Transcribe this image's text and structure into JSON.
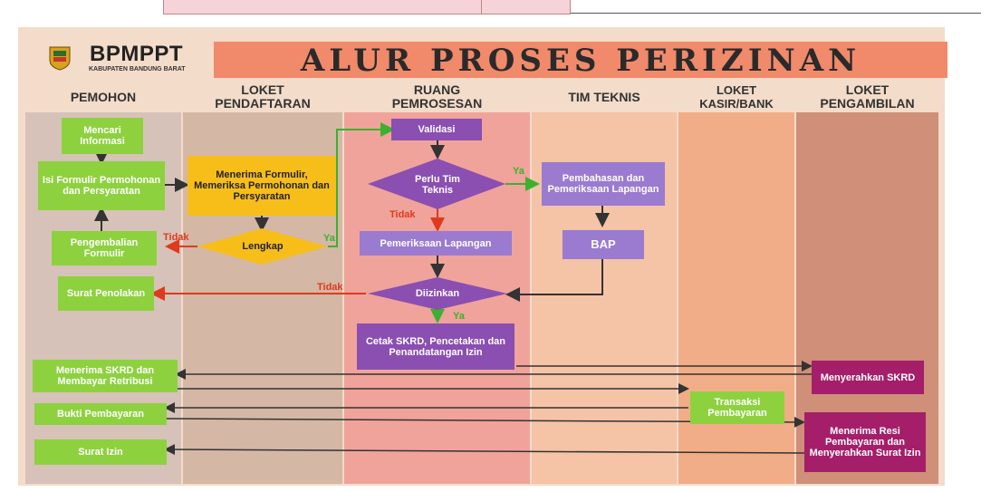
{
  "header": {
    "brand": "BPMPPT",
    "brand_sub": "KABUPATEN BANDUNG BARAT",
    "title": "ALUR PROSES PERIZINAN"
  },
  "columns": {
    "pemohon": "PEMOHON",
    "loket_pendaftaran": "LOKET PENDAFTARAN",
    "ruang_pemrosesan": "RUANG PEMROSESAN",
    "tim_teknis": "TIM TEKNIS",
    "loket_kasir": "LOKET KASIR/BANK",
    "loket_pengambilan": "LOKET PENGAMBILAN"
  },
  "nodes": {
    "mencari_informasi": "Mencari Informasi",
    "isi_formulir": "Isi Formulir Permohonan dan Persyaratan",
    "pengembalian_formulir": "Pengembalian Formulir",
    "surat_penolakan": "Surat Penolakan",
    "menerima_skrd": "Menerima SKRD dan Membayar Retribusi",
    "bukti_pembayaran": "Bukti Pembayaran",
    "surat_izin": "Surat Izin",
    "menerima_formulir": "Menerima Formulir, Memeriksa Permohonan dan Persyaratan",
    "lengkap": "Lengkap",
    "validasi": "Validasi",
    "perlu_tim_teknis": "Perlu Tim Teknis",
    "pemeriksaan_lapangan": "Pemeriksaan Lapangan",
    "diizinkan": "Diizinkan",
    "cetak_skrd": "Cetak SKRD, Pencetakan dan Penandatangan Izin",
    "pembahasan": "Pembahasan dan Pemeriksaan Lapangan",
    "bap": "BAP",
    "transaksi_pembayaran": "Transaksi Pembayaran",
    "menyerahkan_skrd": "Menyerahkan SKRD",
    "menerima_resi": "Menerima Resi Pembayaran dan Menyerahkan Surat Izin"
  },
  "edge_labels": {
    "tidak_lengkap": "Tidak",
    "ya_lengkap": "Ya",
    "ya_tim": "Ya",
    "tidak_tim": "Tidak",
    "tidak_diizinkan": "Tidak",
    "ya_diizinkan": "Ya"
  },
  "colors": {
    "pemohon": "#d6c2b8",
    "loket_pendaftaran": "#d4b7a4",
    "ruang_pemrosesan": "#f0a39a",
    "tim_teknis": "#f5c3a6",
    "loket_kasir": "#f1ad88",
    "loket_pengambilan": "#cf8f78",
    "green": "#8ed13f",
    "yellow": "#f7be1a",
    "purple": "#8a4fb1",
    "magenta": "#a51e6a",
    "title_bar": "#f08a6a"
  }
}
